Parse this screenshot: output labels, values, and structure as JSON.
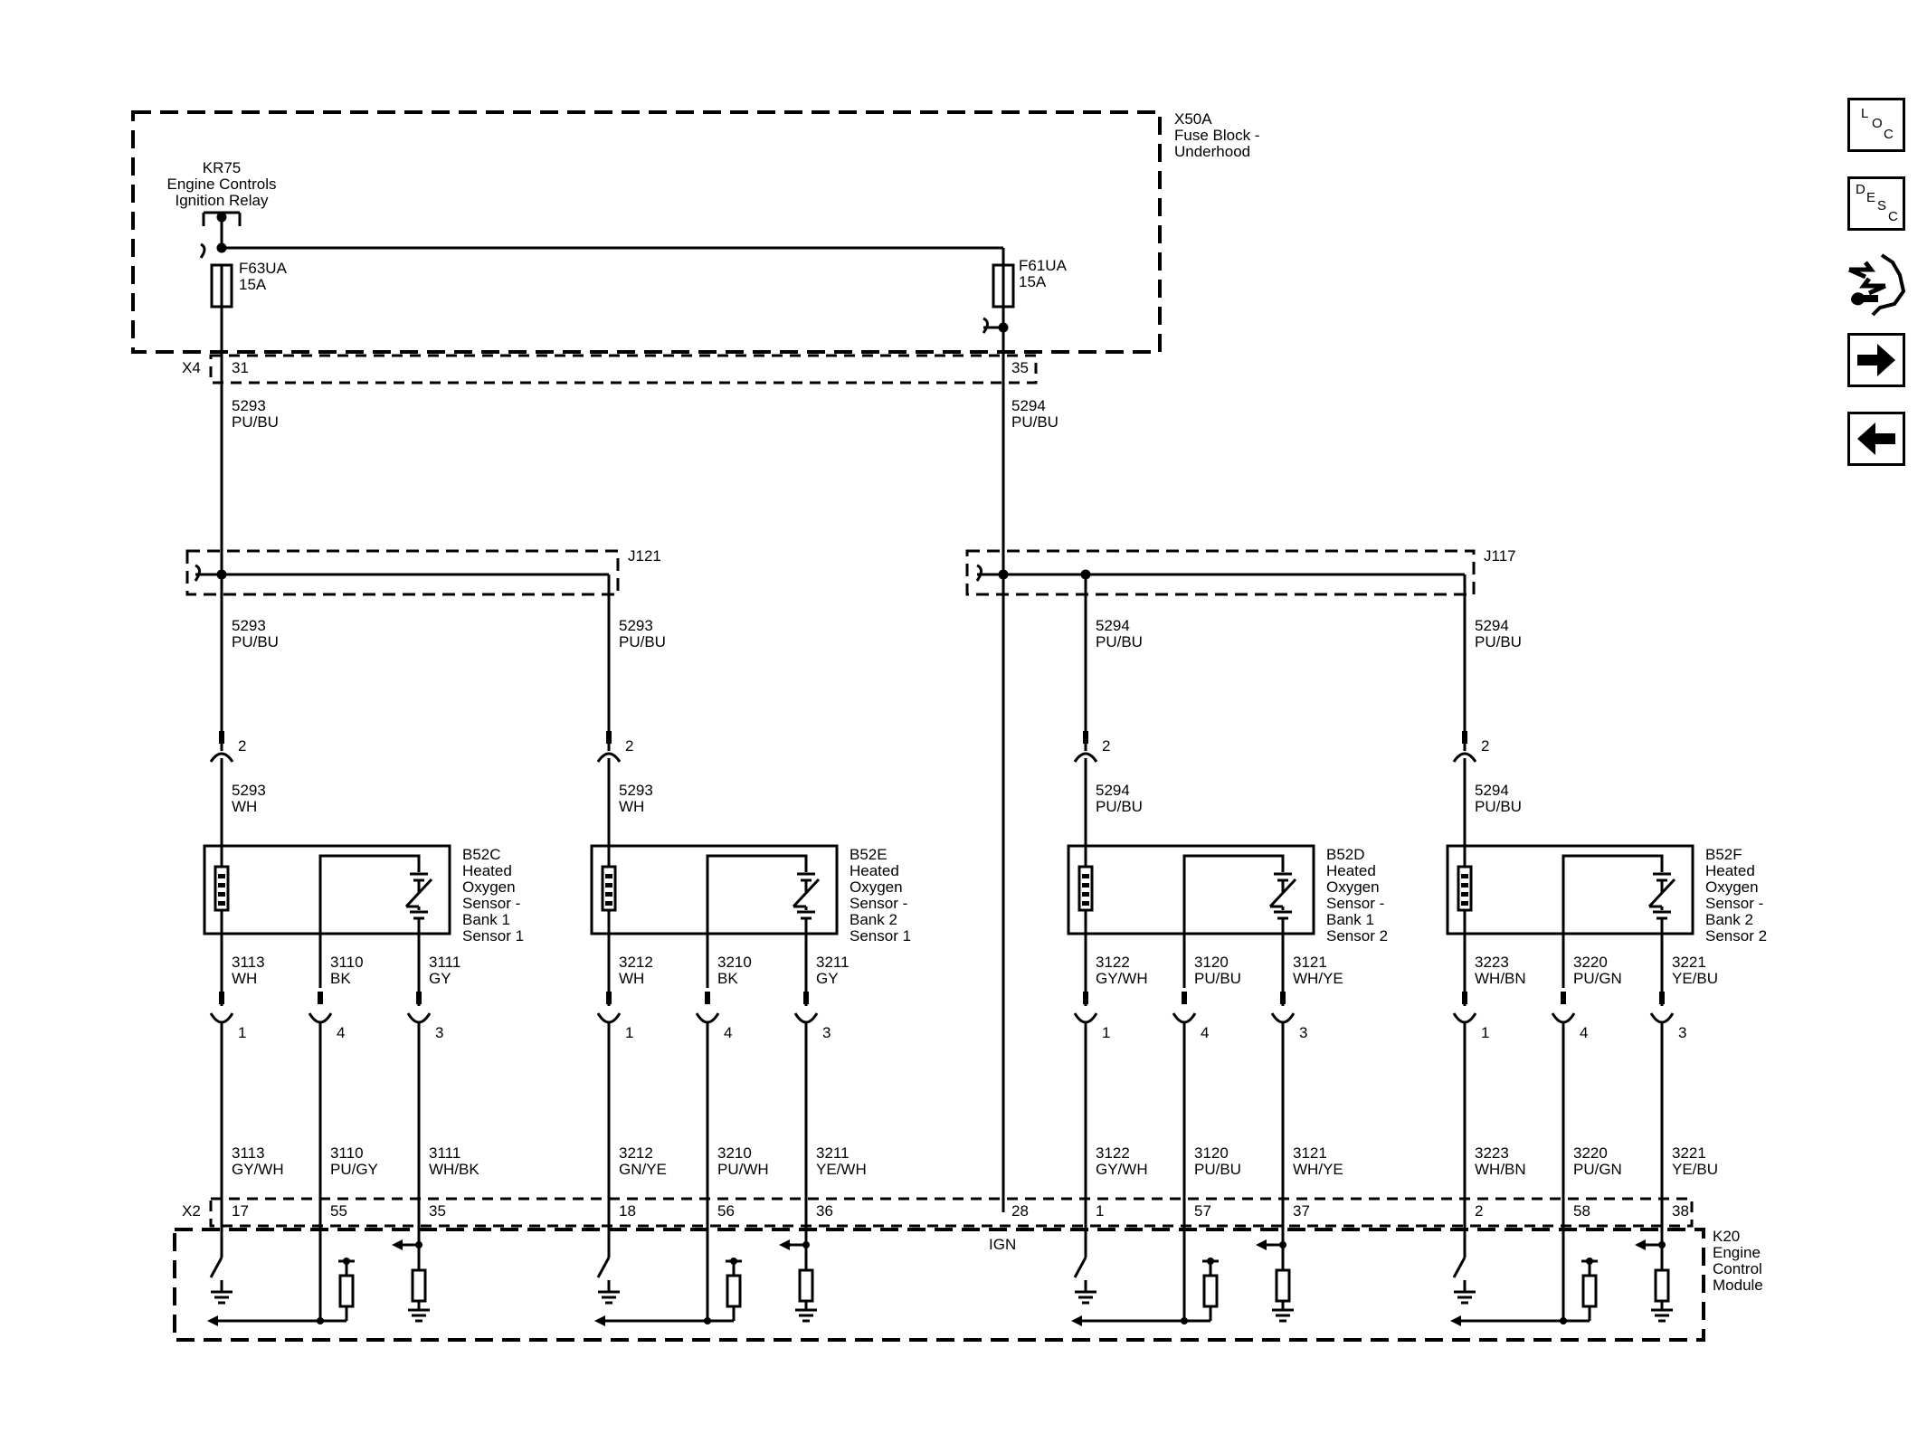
{
  "fuse_block": {
    "ref": "X50A",
    "name_l1": "Fuse Block -",
    "name_l2": "Underhood"
  },
  "relay": {
    "ref": "KR75",
    "name_l1": "Engine Controls",
    "name_l2": "Ignition Relay"
  },
  "fuses": [
    {
      "ref": "F63UA",
      "rating": "15A"
    },
    {
      "ref": "F61UA",
      "rating": "15A"
    }
  ],
  "x4": {
    "ref": "X4",
    "pin_left": "31",
    "pin_right": "35"
  },
  "feeds": [
    {
      "circuit": "5293",
      "color": "PU/BU"
    },
    {
      "circuit": "5294",
      "color": "PU/BU"
    }
  ],
  "splices": [
    {
      "ref": "J121"
    },
    {
      "ref": "J117"
    }
  ],
  "x2": {
    "ref": "X2"
  },
  "ecm": {
    "ref": "K20",
    "name_l1": "Engine",
    "name_l2": "Control",
    "name_l3": "Module",
    "ign_pin": "28",
    "ign_label": "IGN"
  },
  "sensors": [
    {
      "ref": "B52C",
      "line1": "Heated",
      "line2": "Oxygen",
      "line3": "Sensor -",
      "line4": "Bank 1",
      "line5": "Sensor 1",
      "splice_out": {
        "circuit": "5293",
        "color": "PU/BU"
      },
      "power_pin": "2",
      "power_in": {
        "circuit": "5293",
        "color": "WH"
      },
      "signals": [
        {
          "circuit": "3113",
          "color": "WH",
          "pin": "1",
          "harness": {
            "circuit": "3113",
            "color": "GY/WH"
          },
          "ecm_pin": "17"
        },
        {
          "circuit": "3110",
          "color": "BK",
          "pin": "4",
          "harness": {
            "circuit": "3110",
            "color": "PU/GY"
          },
          "ecm_pin": "55"
        },
        {
          "circuit": "3111",
          "color": "GY",
          "pin": "3",
          "harness": {
            "circuit": "3111",
            "color": "WH/BK"
          },
          "ecm_pin": "35"
        }
      ]
    },
    {
      "ref": "B52E",
      "line1": "Heated",
      "line2": "Oxygen",
      "line3": "Sensor -",
      "line4": "Bank 2",
      "line5": "Sensor 1",
      "splice_out": {
        "circuit": "5293",
        "color": "PU/BU"
      },
      "power_pin": "2",
      "power_in": {
        "circuit": "5293",
        "color": "WH"
      },
      "signals": [
        {
          "circuit": "3212",
          "color": "WH",
          "pin": "1",
          "harness": {
            "circuit": "3212",
            "color": "GN/YE"
          },
          "ecm_pin": "18"
        },
        {
          "circuit": "3210",
          "color": "BK",
          "pin": "4",
          "harness": {
            "circuit": "3210",
            "color": "PU/WH"
          },
          "ecm_pin": "56"
        },
        {
          "circuit": "3211",
          "color": "GY",
          "pin": "3",
          "harness": {
            "circuit": "3211",
            "color": "YE/WH"
          },
          "ecm_pin": "36"
        }
      ]
    },
    {
      "ref": "B52D",
      "line1": "Heated",
      "line2": "Oxygen",
      "line3": "Sensor -",
      "line4": "Bank 1",
      "line5": "Sensor 2",
      "splice_out": {
        "circuit": "5294",
        "color": "PU/BU"
      },
      "power_pin": "2",
      "power_in": {
        "circuit": "5294",
        "color": "PU/BU"
      },
      "signals": [
        {
          "circuit": "3122",
          "color": "GY/WH",
          "pin": "1",
          "harness": {
            "circuit": "3122",
            "color": "GY/WH"
          },
          "ecm_pin": "1"
        },
        {
          "circuit": "3120",
          "color": "PU/BU",
          "pin": "4",
          "harness": {
            "circuit": "3120",
            "color": "PU/BU"
          },
          "ecm_pin": "57"
        },
        {
          "circuit": "3121",
          "color": "WH/YE",
          "pin": "3",
          "harness": {
            "circuit": "3121",
            "color": "WH/YE"
          },
          "ecm_pin": "37"
        }
      ]
    },
    {
      "ref": "B52F",
      "line1": "Heated",
      "line2": "Oxygen",
      "line3": "Sensor -",
      "line4": "Bank 2",
      "line5": "Sensor 2",
      "splice_out": {
        "circuit": "5294",
        "color": "PU/BU"
      },
      "power_pin": "2",
      "power_in": {
        "circuit": "5294",
        "color": "PU/BU"
      },
      "signals": [
        {
          "circuit": "3223",
          "color": "WH/BN",
          "pin": "1",
          "harness": {
            "circuit": "3223",
            "color": "WH/BN"
          },
          "ecm_pin": "2"
        },
        {
          "circuit": "3220",
          "color": "PU/GN",
          "pin": "4",
          "harness": {
            "circuit": "3220",
            "color": "PU/GN"
          },
          "ecm_pin": "58"
        },
        {
          "circuit": "3221",
          "color": "YE/BU",
          "pin": "3",
          "harness": {
            "circuit": "3221",
            "color": "YE/BU"
          },
          "ecm_pin": "38"
        }
      ]
    }
  ],
  "nav": {
    "loc": {
      "l": "L",
      "o": "O",
      "c": "C"
    },
    "desc": {
      "d": "D",
      "e": "E",
      "s": "S",
      "c": "C"
    },
    "next_icon": "arrow-right-icon",
    "prev_icon": "arrow-left-icon",
    "connector_icon": "harness-connector-icon"
  }
}
